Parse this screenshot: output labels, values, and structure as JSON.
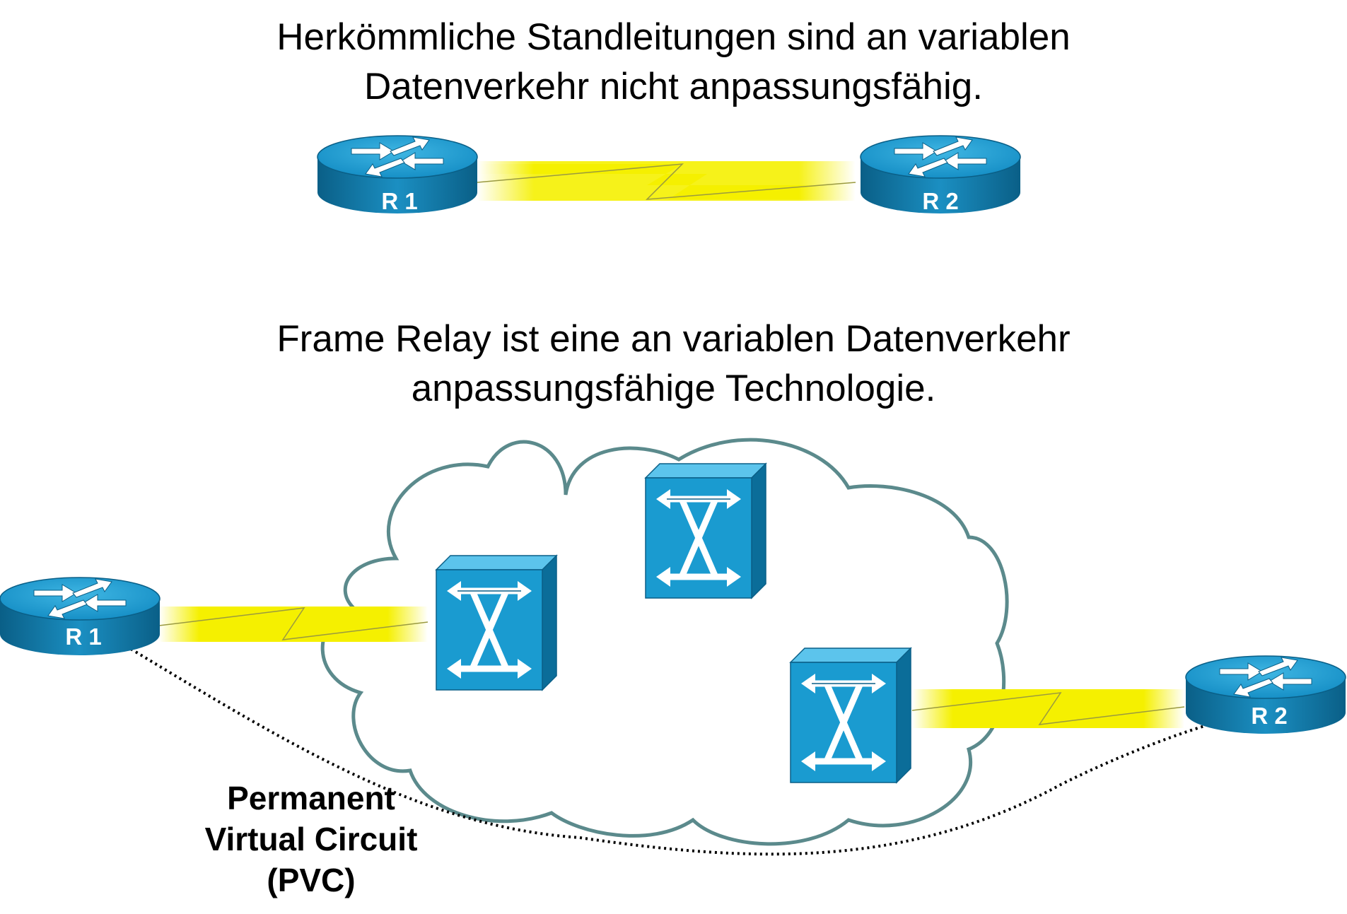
{
  "top_section": {
    "heading_line1": "Herkömmliche Standleitungen sind an variablen",
    "heading_line2": "Datenverkehr nicht anpassungsfähig.",
    "router_left_label": "R 1",
    "router_right_label": "R 2"
  },
  "bottom_section": {
    "heading_line1": "Frame Relay ist eine an variablen Datenverkehr",
    "heading_line2": "anpassungsfähige Technologie.",
    "router_left_label": "R 1",
    "router_right_label": "R 2",
    "pvc_label_line1": "Permanent",
    "pvc_label_line2": "Virtual Circuit",
    "pvc_label_line3": "(PVC)"
  },
  "colors": {
    "device_blue": "#1a9bd0",
    "device_dark": "#0b6d99",
    "link_yellow": "#f5f000",
    "cloud_stroke": "#5b8a8c"
  },
  "icons": [
    "router-icon",
    "frame-relay-switch-icon",
    "cloud-icon",
    "serial-link-icon"
  ]
}
